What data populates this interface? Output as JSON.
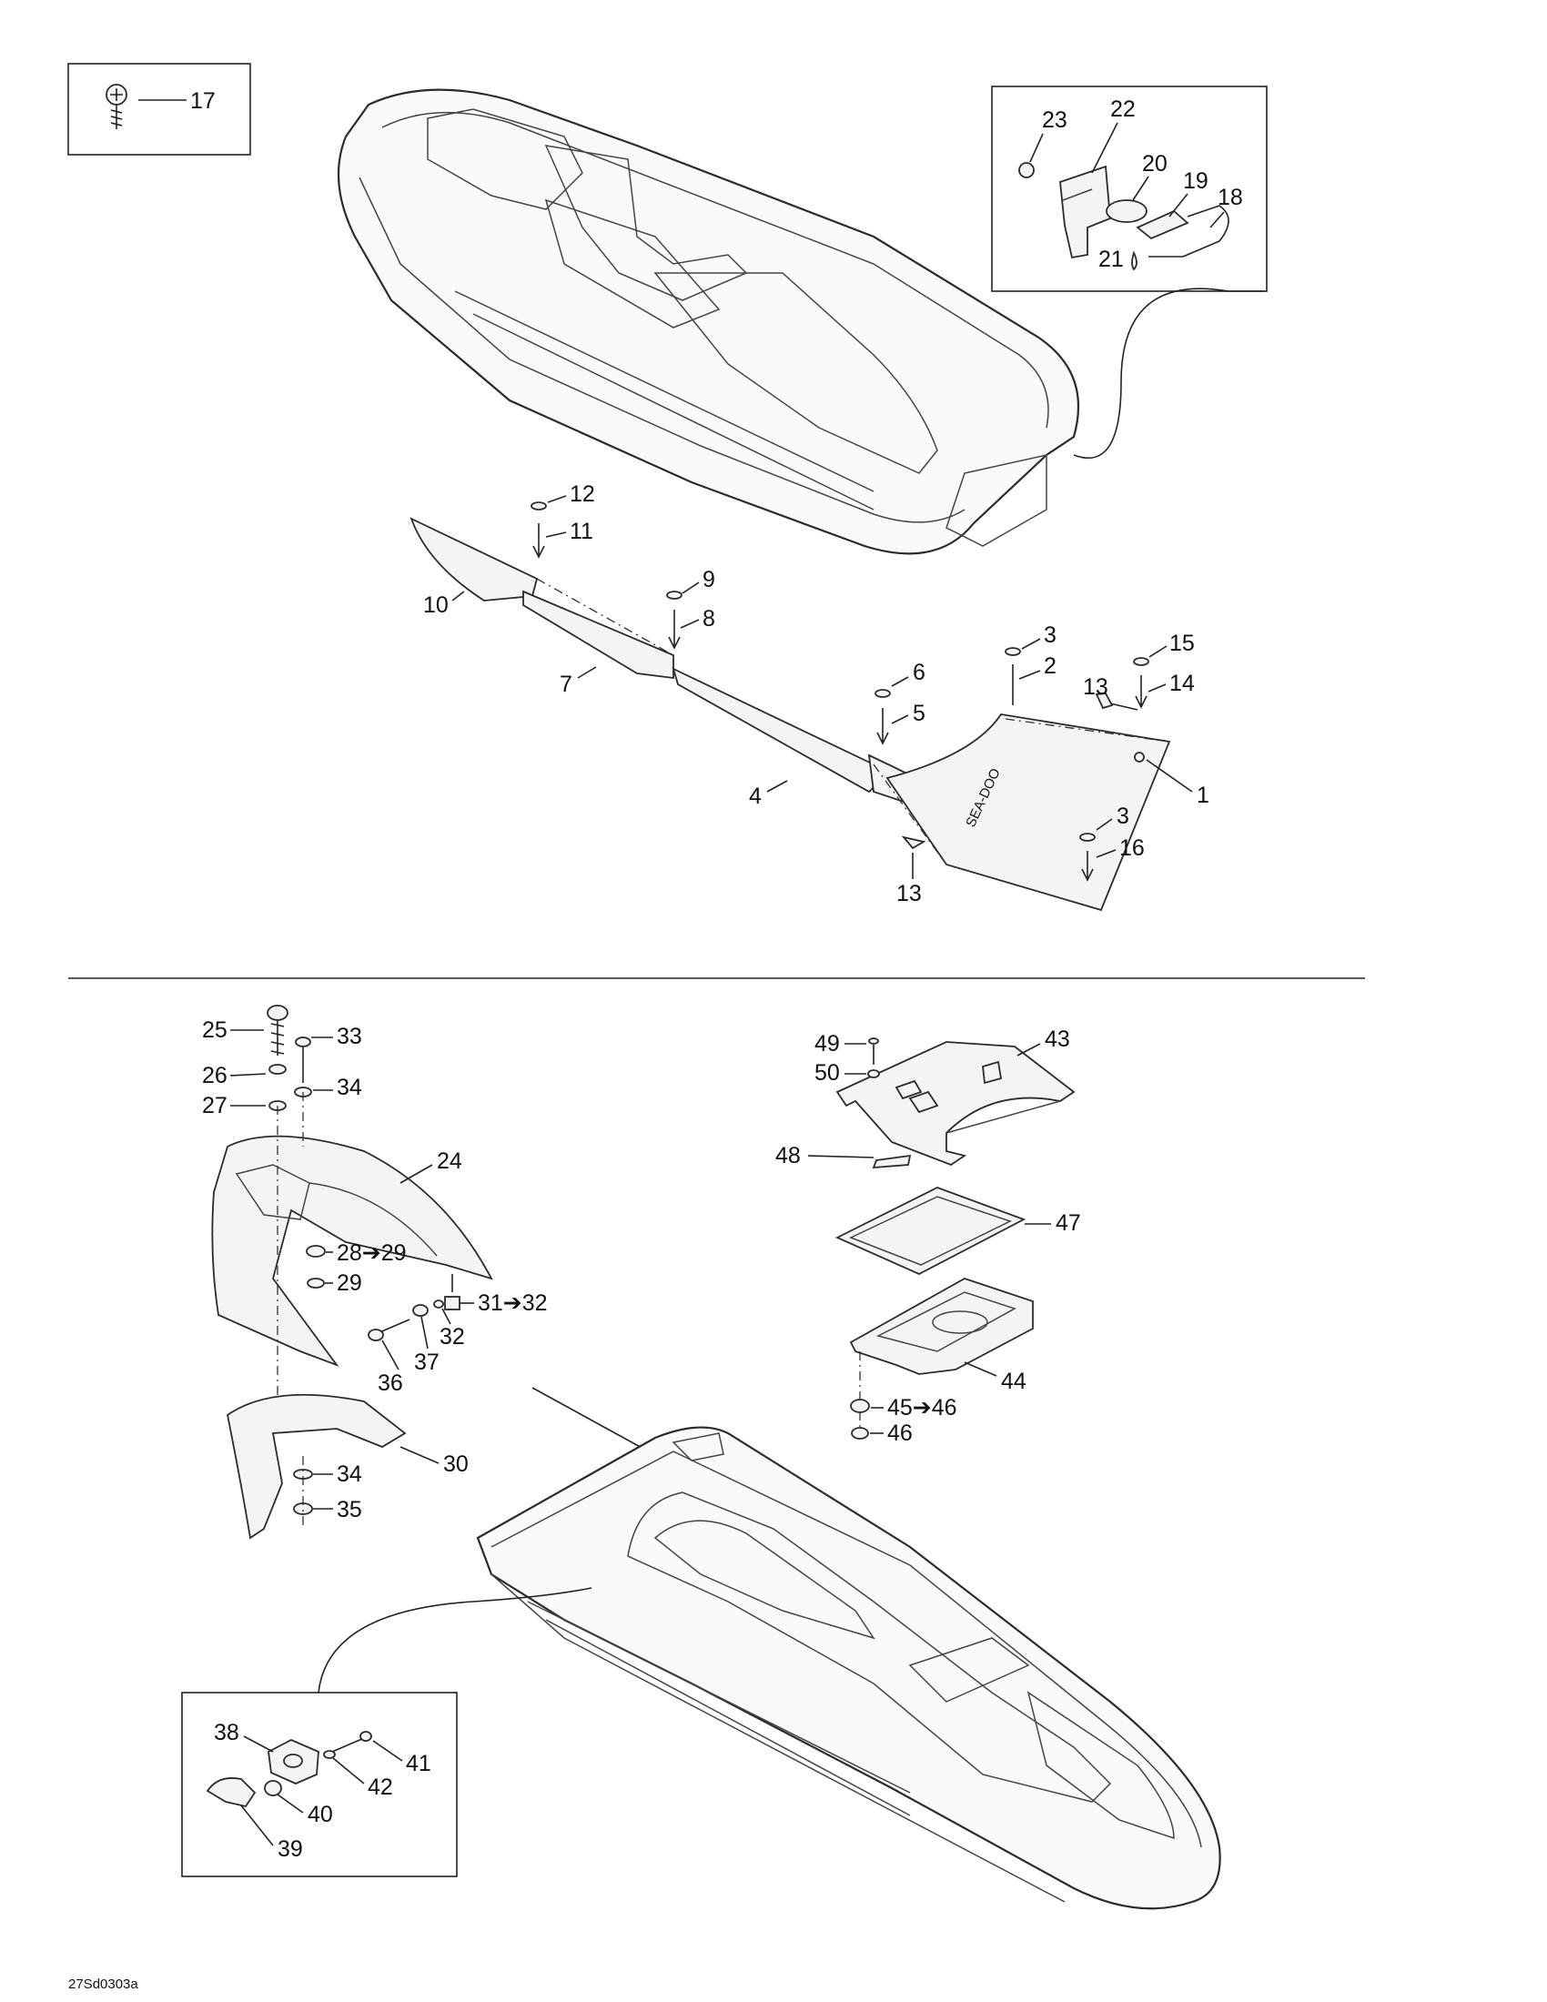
{
  "diagram": {
    "callouts": {
      "c1": "1",
      "c2": "2",
      "c3a": "3",
      "c3b": "3",
      "c4": "4",
      "c5": "5",
      "c6": "6",
      "c7": "7",
      "c8": "8",
      "c9": "9",
      "c10": "10",
      "c11": "11",
      "c12": "12",
      "c13a": "13",
      "c13b": "13",
      "c14": "14",
      "c15": "15",
      "c16": "16",
      "c17": "17",
      "c18": "18",
      "c19": "19",
      "c20": "20",
      "c21": "21",
      "c22": "22",
      "c23": "23",
      "c24": "24",
      "c25": "25",
      "c26": "26",
      "c27": "27",
      "c28": "28➔29",
      "c29": "29",
      "c30": "30",
      "c31": "31➔32",
      "c32": "32",
      "c33": "33",
      "c34a": "34",
      "c34b": "34",
      "c35": "35",
      "c36": "36",
      "c37": "37",
      "c38": "38",
      "c39": "39",
      "c40": "40",
      "c41": "41",
      "c42": "42",
      "c43": "43",
      "c44": "44",
      "c45": "45➔46",
      "c46": "46",
      "c47": "47",
      "c48": "48",
      "c49": "49",
      "c50": "50"
    },
    "decal_text": "SEA-DOO",
    "figure_code": "27Sd0303a"
  }
}
